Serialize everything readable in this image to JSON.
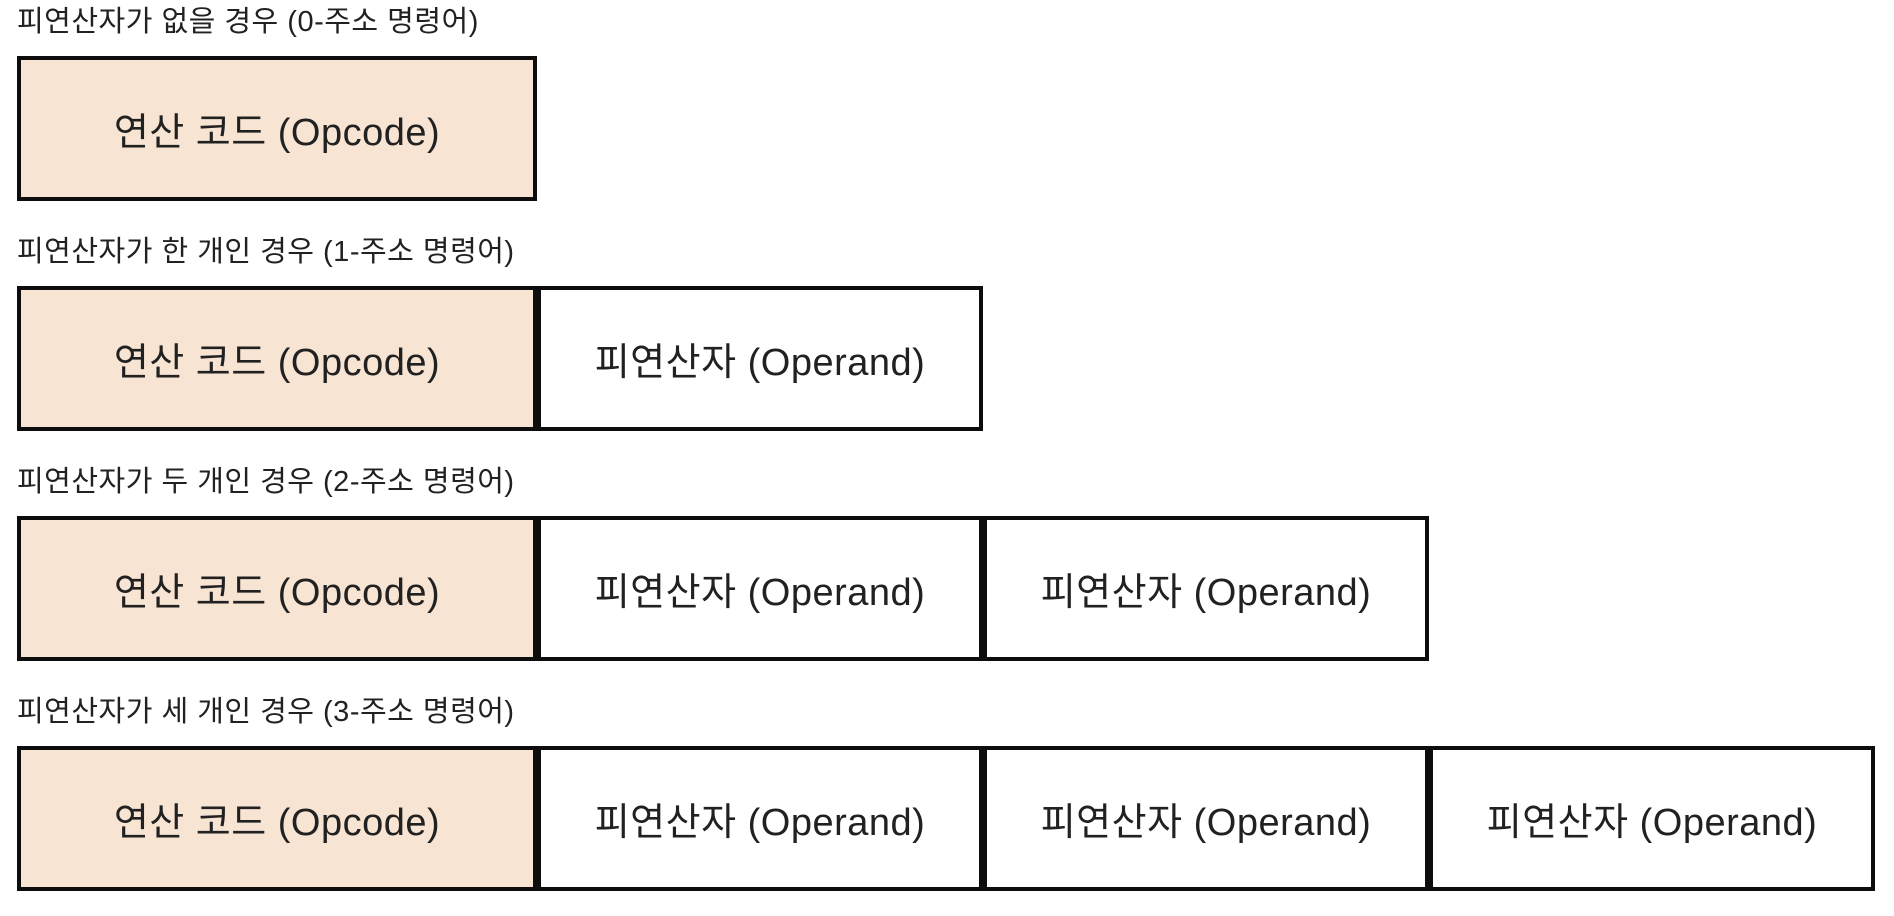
{
  "colors": {
    "background": "#FFFFFF",
    "opcode_fill": "#F7E4D3",
    "operand_fill": "#FFFFFF",
    "border": "#0D0D0D",
    "text": "#212121"
  },
  "sections": [
    {
      "title": "피연산자가 없을 경우 (0-주소 명령어)",
      "cells": [
        {
          "type": "opcode",
          "label": "연산 코드 (Opcode)"
        }
      ]
    },
    {
      "title": "피연산자가 한 개인 경우 (1-주소 명령어)",
      "cells": [
        {
          "type": "opcode",
          "label": "연산 코드 (Opcode)"
        },
        {
          "type": "operand",
          "label": "피연산자 (Operand)"
        }
      ]
    },
    {
      "title": "피연산자가 두 개인 경우 (2-주소 명령어)",
      "cells": [
        {
          "type": "opcode",
          "label": "연산 코드 (Opcode)"
        },
        {
          "type": "operand",
          "label": "피연산자 (Operand)"
        },
        {
          "type": "operand",
          "label": "피연산자 (Operand)"
        }
      ]
    },
    {
      "title": "피연산자가 세 개인 경우 (3-주소 명령어)",
      "cells": [
        {
          "type": "opcode",
          "label": "연산 코드 (Opcode)"
        },
        {
          "type": "operand",
          "label": "피연산자 (Operand)"
        },
        {
          "type": "operand",
          "label": "피연산자 (Operand)"
        },
        {
          "type": "operand",
          "label": "피연산자 (Operand)"
        }
      ]
    }
  ]
}
